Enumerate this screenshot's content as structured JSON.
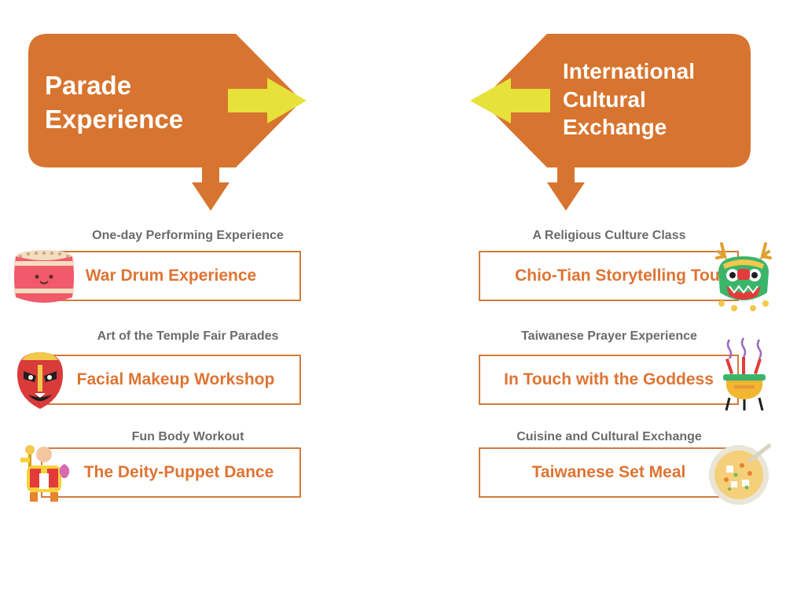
{
  "colors": {
    "banner": "#d7742f",
    "arrow_yellow": "#e6e23a",
    "item_border": "#d17b3f",
    "item_text": "#de7433",
    "subtitle_text": "#6b6b6b"
  },
  "left": {
    "title_lines": [
      "Parade",
      "Experience"
    ],
    "items": [
      {
        "subtitle": "One-day Performing Experience",
        "label": "War Drum Experience",
        "icon": "drum-icon"
      },
      {
        "subtitle": "Art of the Temple Fair Parades",
        "label": "Facial Makeup Workshop",
        "icon": "opera-mask-icon"
      },
      {
        "subtitle": "Fun Body Workout",
        "label": "The Deity-Puppet Dance",
        "icon": "deity-puppet-icon"
      }
    ]
  },
  "right": {
    "title_lines": [
      "International",
      "Cultural",
      "Exchange"
    ],
    "items": [
      {
        "subtitle": "A Religious Culture Class",
        "label": "Chio-Tian Storytelling Tour",
        "icon": "lion-dance-head-icon"
      },
      {
        "subtitle": "Taiwanese Prayer Experience",
        "label": "In Touch with the Goddess",
        "icon": "incense-burner-icon"
      },
      {
        "subtitle": "Cuisine and Cultural Exchange",
        "label": "Taiwanese Set Meal",
        "icon": "soup-bowl-icon"
      }
    ]
  }
}
